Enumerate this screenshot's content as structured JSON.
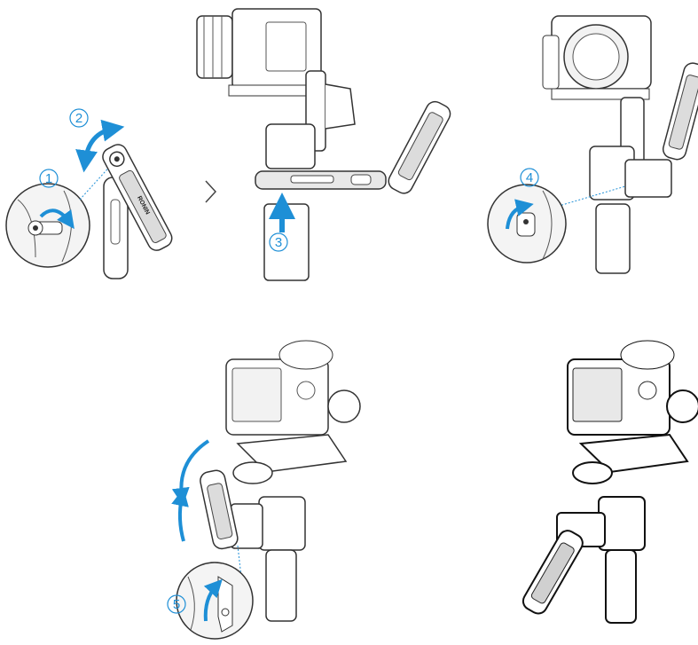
{
  "accent_color": "#1e8fd6",
  "line_color": "#333333",
  "steps": [
    {
      "number": "1"
    },
    {
      "number": "2"
    },
    {
      "number": "3"
    },
    {
      "number": "4"
    },
    {
      "number": "5"
    }
  ],
  "handle_logo": "RONIN",
  "chevron_icon": "chevron-right-icon",
  "icons": [
    "rotate-arrow-icon",
    "push-up-arrow-icon",
    "rotate-arrow-icon",
    "lever-detail-icon"
  ]
}
